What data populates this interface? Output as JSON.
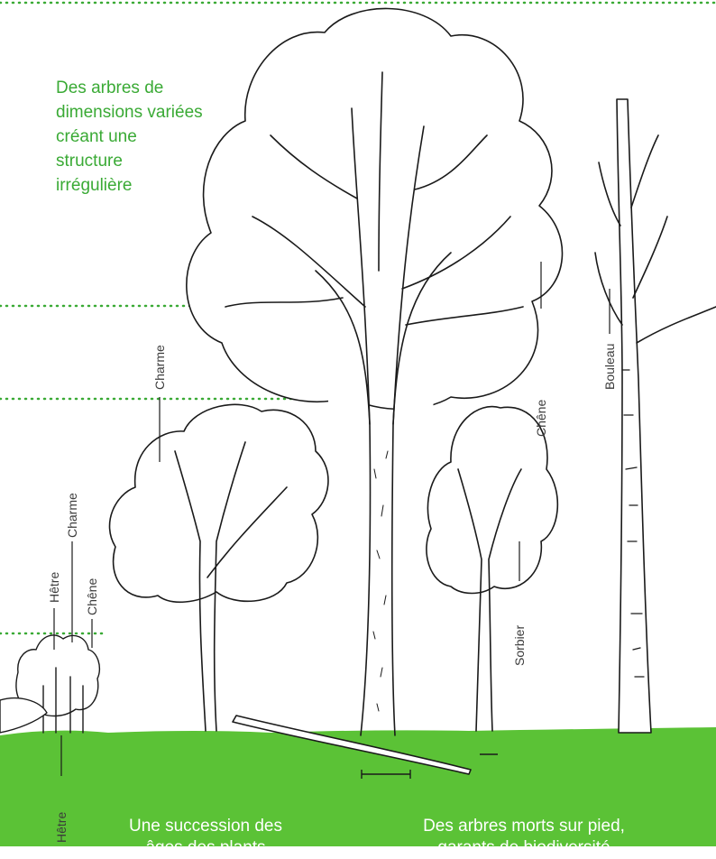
{
  "colors": {
    "grass": "#5bc236",
    "accent_green": "#3aaa35",
    "dotted": "#3aaa35",
    "ink": "#1a1a1a",
    "label": "#3b3b3b"
  },
  "intro_text": {
    "line1": "Des arbres de",
    "line2": "dimensions variées",
    "line3": "créant une",
    "line4": "structure",
    "line5": "irrégulière"
  },
  "tree_labels": {
    "charme_mid": "Charme",
    "charme_small": "Charme",
    "hetre_small": "Hêtre",
    "chene_small": "Chêne",
    "chene_big": "Chêne",
    "bouleau": "Bouleau",
    "sorbier": "Sorbier",
    "hetre_left": "Hêtre"
  },
  "captions": {
    "left_line1": "Une succession des",
    "left_line2": "âges des plants",
    "right_line1": "Des arbres morts sur pied,",
    "right_line2": "garants de biodiversité"
  }
}
